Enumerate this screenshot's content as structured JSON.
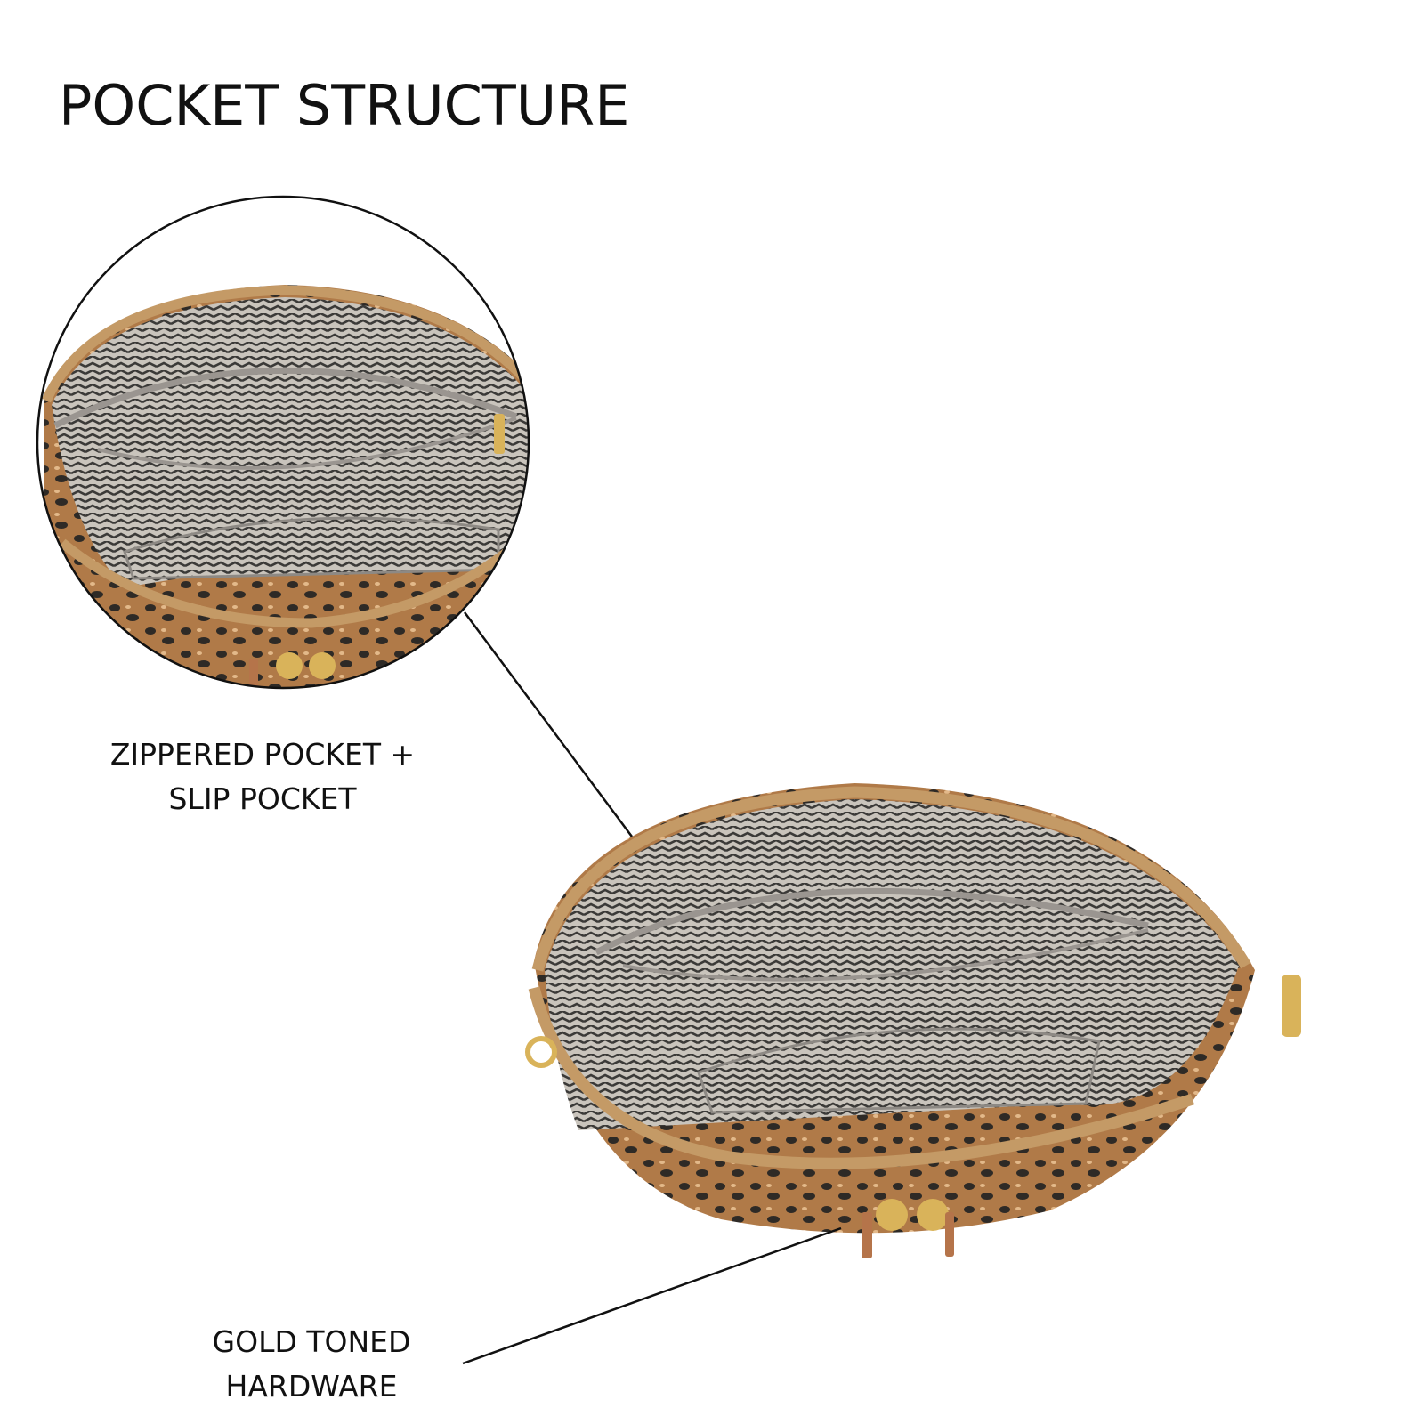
{
  "title": "POCKET STRUCTURE",
  "callouts": {
    "pocket": {
      "line1": "ZIPPERED POCKET +",
      "line2": "SLIP POCKET"
    },
    "hardware": {
      "line1": "GOLD TONED",
      "line2": "HARDWARE"
    }
  },
  "colors": {
    "background": "#ffffff",
    "text": "#111111",
    "lining_light": "#c9c4bc",
    "lining_dark": "#3b3a38",
    "zipper_tape": "#c49a66",
    "leopard_base": "#b07a48",
    "leopard_spot": "#2e2a26",
    "gold": "#d9b35a",
    "leather_tab": "#b5744a"
  }
}
